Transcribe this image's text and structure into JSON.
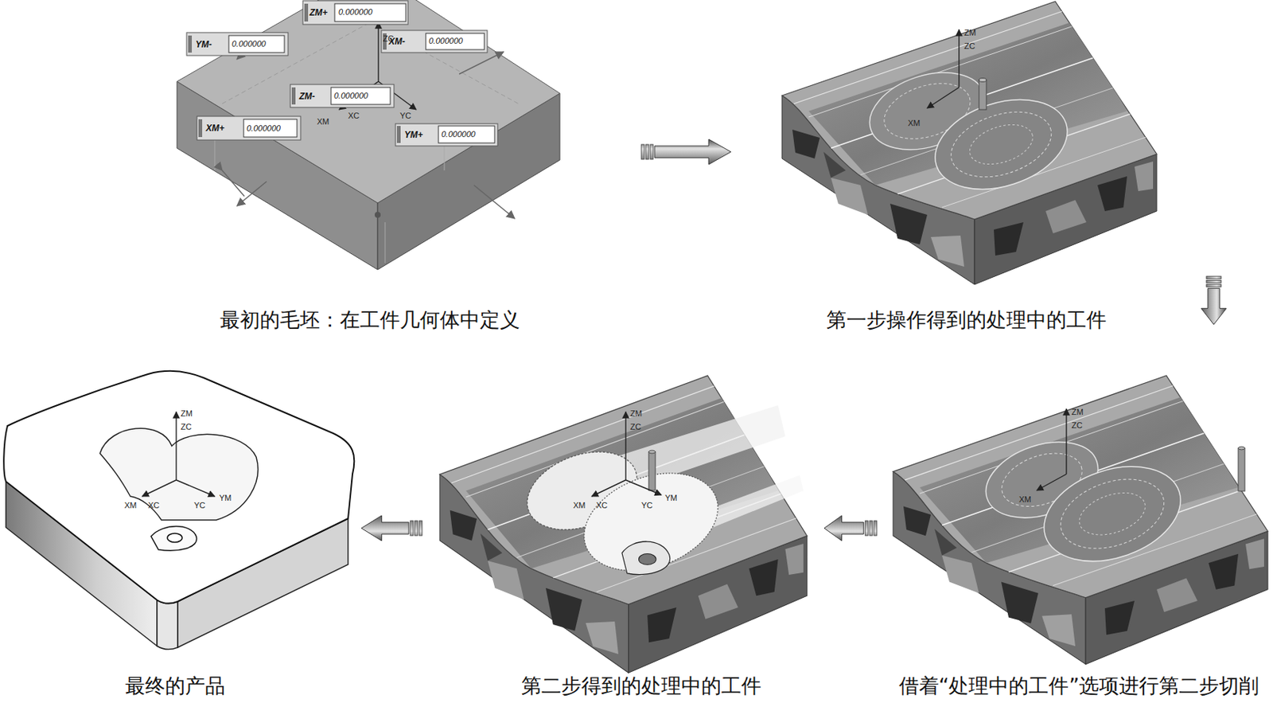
{
  "diagram": {
    "nodes": [
      {
        "text": [
          "最初的毛坯：在工件几何体中定义"
        ]
      },
      {
        "text": [
          "第一步操作得到的处理中的工件"
        ]
      },
      {
        "text": [
          "借着“处理中的工件”选项进行第二步切削"
        ]
      },
      {
        "text": [
          "第二步得到的处理中的工件"
        ]
      },
      {
        "text": [
          "最终的产品"
        ]
      }
    ],
    "edges": [
      {
        "from": 0,
        "to": 1,
        "arrow": "to"
      },
      {
        "from": 1,
        "to": 2,
        "arrow": "to"
      },
      {
        "from": 2,
        "to": 3,
        "arrow": "to"
      },
      {
        "from": 3,
        "to": 4,
        "arrow": "to"
      }
    ],
    "labels": [
      "ZM+",
      "0.000000",
      "YM-",
      "0.000000",
      "XM-",
      "0.000000",
      "ZM-",
      "0.000000",
      "XM+",
      "0.000000",
      "YM+",
      "0.000000",
      "ZC",
      "XC",
      "XM",
      "YC",
      "ZM",
      "ZC",
      "XM",
      "ZM",
      "ZC",
      "XM",
      "ZM",
      "ZC",
      "XC",
      "YC",
      "XM",
      "YM",
      "ZM",
      "ZC",
      "XC",
      "YC",
      "XM",
      "YM"
    ]
  }
}
